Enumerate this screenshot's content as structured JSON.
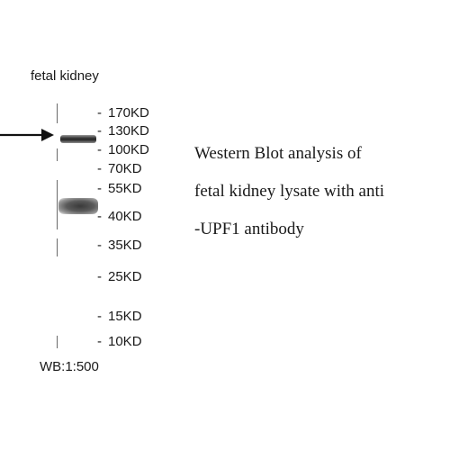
{
  "sample_label": "fetal kidney",
  "markers": [
    {
      "label": "170KD"
    },
    {
      "label": "130KD"
    },
    {
      "label": "100KD"
    },
    {
      "label": "70KD"
    },
    {
      "label": "55KD"
    },
    {
      "label": "40KD"
    },
    {
      "label": "35KD"
    },
    {
      "label": "25KD"
    },
    {
      "label": "15KD"
    },
    {
      "label": "10KD"
    }
  ],
  "wb_dilution": "WB:1:500",
  "caption": {
    "line1": "Western Blot analysis of",
    "line2": "fetal kidney lysate with anti",
    "line3": "-UPF1 antibody"
  }
}
